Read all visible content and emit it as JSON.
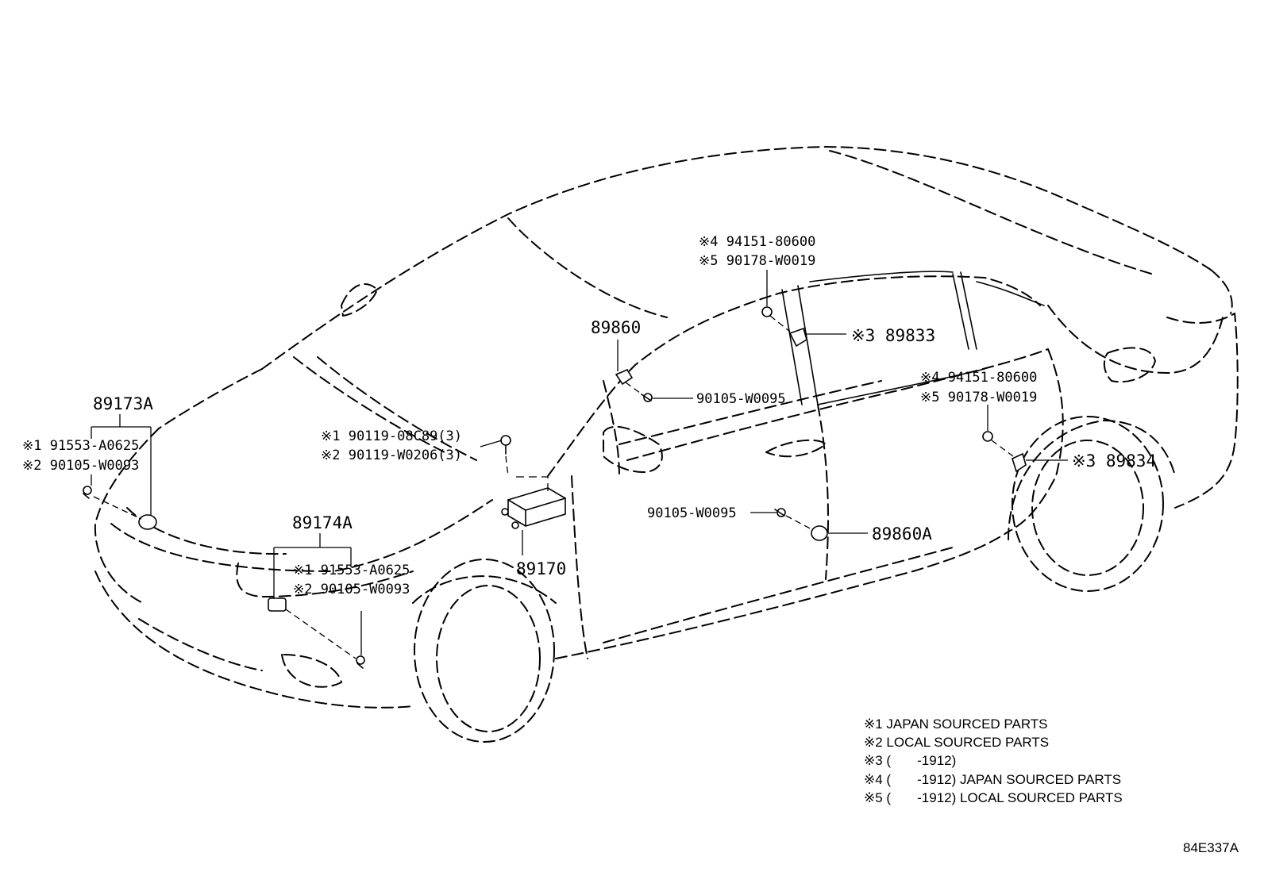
{
  "diagram": {
    "labels": {
      "p89173A": "89173A",
      "p89173A_s1": "※1 91553-A0625",
      "p89173A_s2": "※2 90105-W0093",
      "p89174A": "89174A",
      "p89174A_s1": "※1 91553-A0625",
      "p89174A_s2": "※2 90105-W0093",
      "bolt_s1": "※1 90119-08C89(3)",
      "bolt_s2": "※2 90119-W0206(3)",
      "p89170": "89170",
      "p89860": "89860",
      "screw_front": "90105-W0095",
      "top_s4": "※4 94151-80600",
      "top_s5": "※5 90178-W0019",
      "p89833": "※3 89833",
      "rear_s4": "※4 94151-80600",
      "rear_s5": "※5 90178-W0019",
      "p89834": "※3 89834",
      "screw_door": "90105-W0095",
      "p89860A": "89860A"
    },
    "notes": [
      "※1 JAPAN SOURCED PARTS",
      "※2 LOCAL SOURCED PARTS",
      "※3 (       -1912)",
      "※4 (       -1912) JAPAN SOURCED PARTS",
      "※5 (       -1912) LOCAL SOURCED PARTS"
    ],
    "reference_code": "84E337A"
  }
}
